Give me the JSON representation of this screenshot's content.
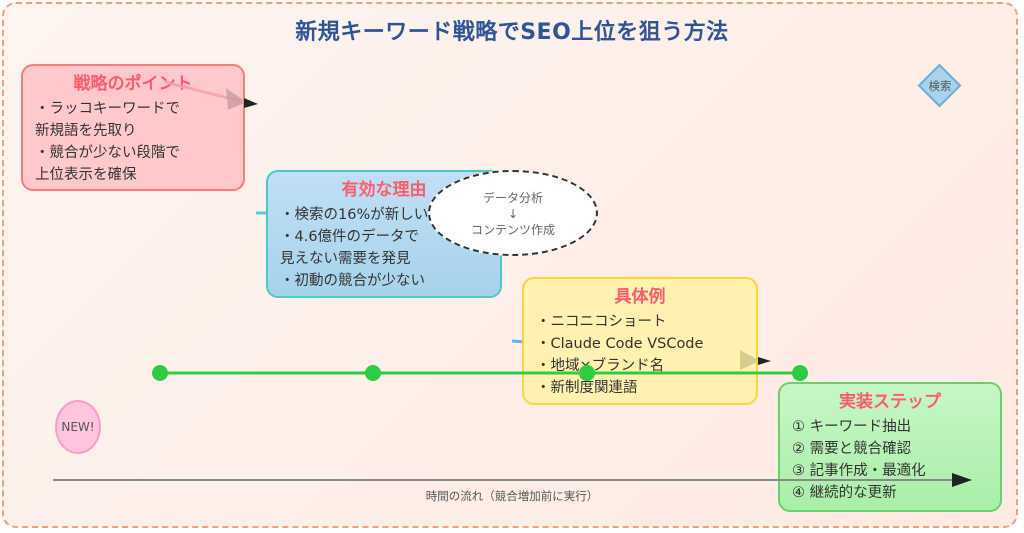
{
  "title": "新規キーワード戦略でSEO上位を狙う方法",
  "cards": [
    {
      "heading": "戦略のポイント",
      "lines": [
        "・ラッコキーワードで",
        "新規語を先取り",
        "・競合が少ない段階で",
        "上位表示を確保"
      ]
    },
    {
      "heading": "有効な理由",
      "lines": [
        "・検索の16%が新しい",
        "・4.6億件のデータで",
        "見えない需要を発見",
        "・初動の競合が少ない"
      ]
    },
    {
      "heading": "具体例",
      "lines": [
        "・ニコニコショート",
        "・Claude Code VSCode",
        "・地域×ブランド名",
        "・新制度関連語"
      ]
    },
    {
      "heading": "実装ステップ",
      "lines": [
        "① キーワード抽出",
        "② 需要と競合確認",
        "③ 記事作成・最適化",
        "④ 継続的な更新"
      ]
    }
  ],
  "ellipse": {
    "top": "データ分析",
    "arrow": "↓",
    "bottom": "コンテンツ作成"
  },
  "diamond_label": "検索",
  "badge_label": "NEW!",
  "timeline_caption": "時間の流れ（競合増加前に実行）",
  "colors": {
    "title": "#2f5597",
    "heading": "#ff5c6c",
    "frame_border": "#f4a07a",
    "timeline_green": "#2ecc40",
    "card1_fill": "#ffc9cb",
    "card2_fill": "#a6d3ec",
    "card3_fill": "#fff2b0",
    "card4_fill": "#aaeea8"
  }
}
